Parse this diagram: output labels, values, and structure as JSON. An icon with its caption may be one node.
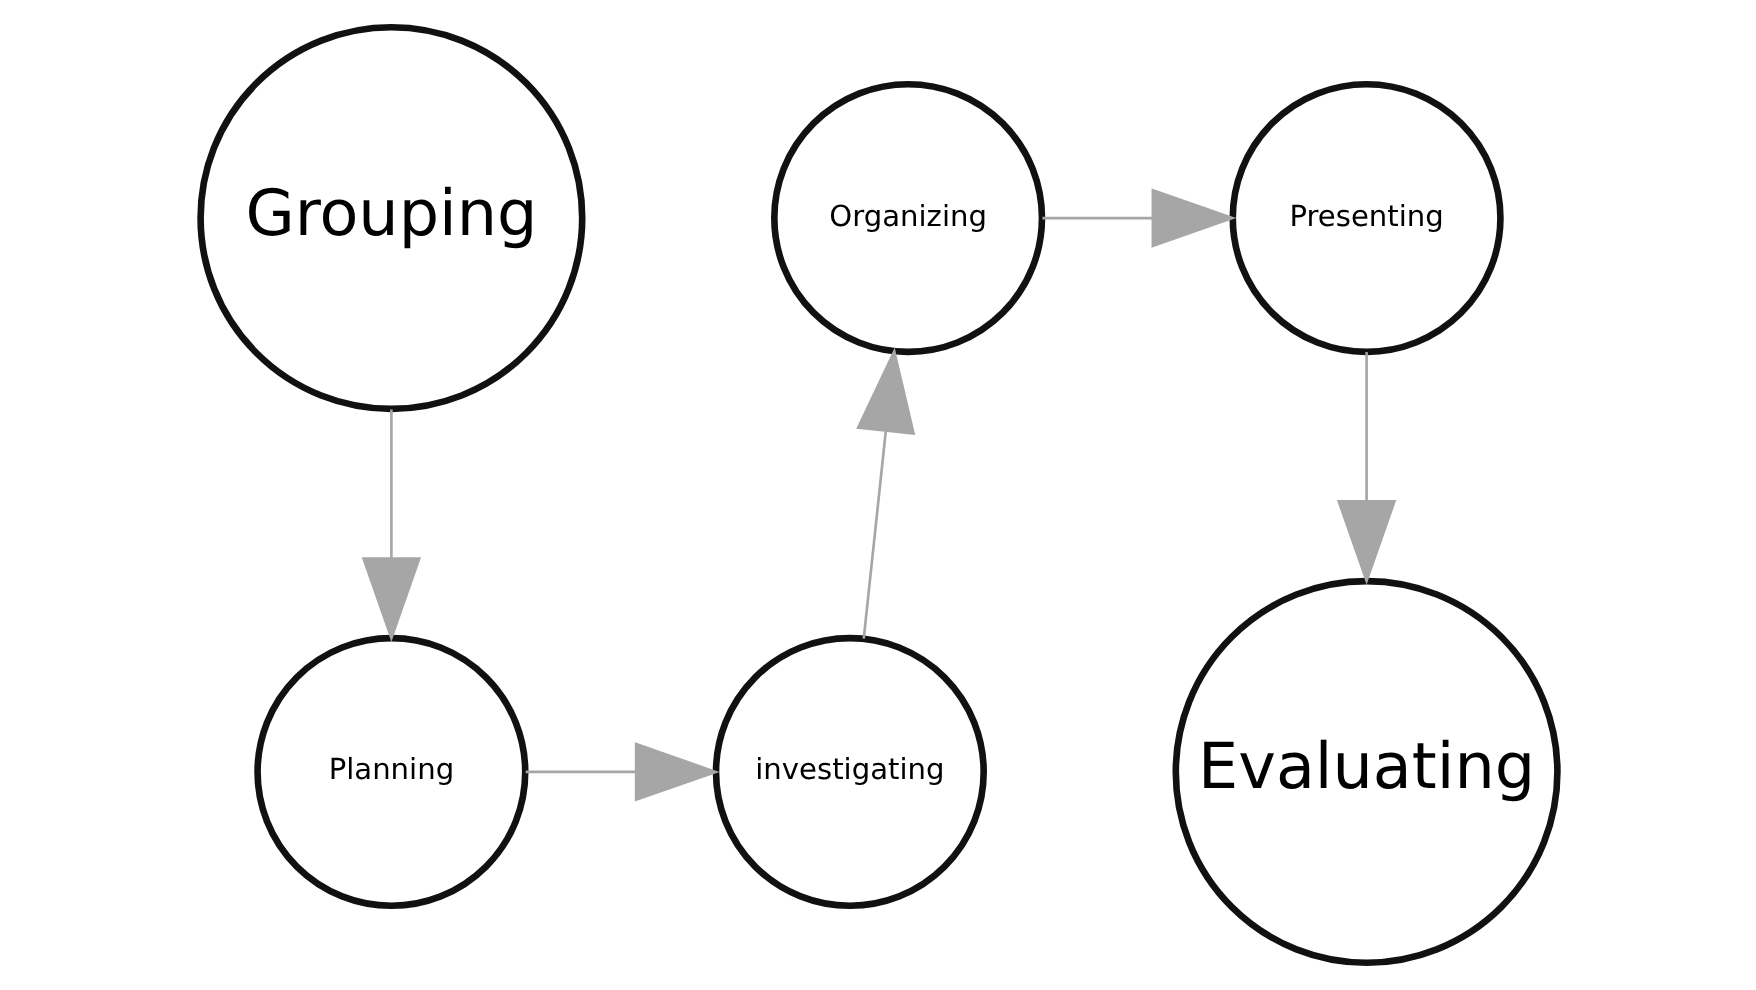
{
  "diagram": {
    "nodes": [
      {
        "text": [
          "Grouping"
        ]
      },
      {
        "text": [
          "Planning"
        ]
      },
      {
        "text": [
          "investigating"
        ]
      },
      {
        "text": [
          "Organizing"
        ]
      },
      {
        "text": [
          "Presenting"
        ]
      },
      {
        "text": [
          "Evaluating"
        ]
      }
    ],
    "edges": [
      {
        "from": 0,
        "to": 1,
        "arrow": "to"
      },
      {
        "from": 1,
        "to": 2,
        "arrow": "to"
      },
      {
        "from": 2,
        "to": 3,
        "arrow": "to"
      },
      {
        "from": 3,
        "to": 4,
        "arrow": "to"
      },
      {
        "from": 4,
        "to": 5,
        "arrow": "to"
      }
    ]
  }
}
